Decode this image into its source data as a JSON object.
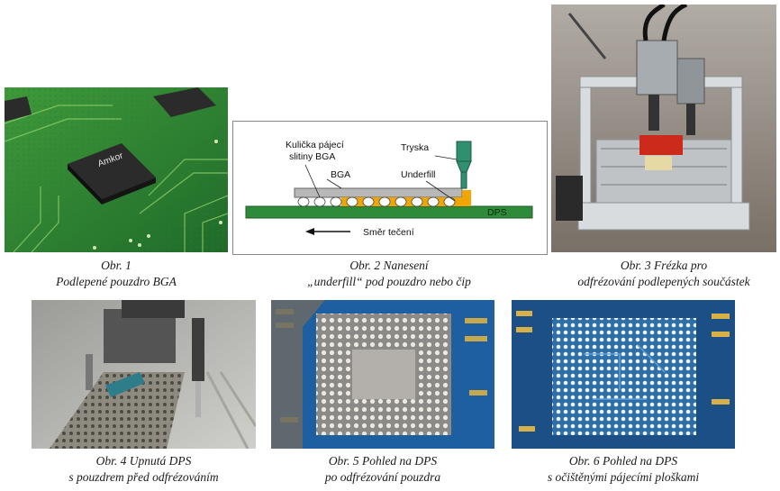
{
  "figures": [
    {
      "id": "obr1",
      "caption_line1": "Obr. 1",
      "caption_line2": "Podlepené pouzdro BGA",
      "chip_brand": "Amkor"
    },
    {
      "id": "obr2",
      "caption_line1": "Obr. 2  Nanesení",
      "caption_line2": "„underfill“ pod pouzdro nebo čip",
      "labels": {
        "solder_ball_1": "Kulička pájecí",
        "solder_ball_2": "slitiny BGA",
        "bga": "BGA",
        "nozzle": "Tryska",
        "underfill": "Underfill",
        "pcb": "DPS",
        "flow": "Směr tečení"
      }
    },
    {
      "id": "obr3",
      "caption_line1": "Obr. 3  Frézka pro",
      "caption_line2": "odfrézování podlepených součástek"
    },
    {
      "id": "obr4",
      "caption_line1": "Obr. 4  Upnutá DPS",
      "caption_line2": "s pouzdrem před odfrézováním"
    },
    {
      "id": "obr5",
      "caption_line1": "Obr. 5  Pohled na DPS",
      "caption_line2": "po odfrézování pouzdra"
    },
    {
      "id": "obr6",
      "caption_line1": "Obr. 6  Pohled na DPS",
      "caption_line2": "s očištěnými pájecími ploškami"
    }
  ],
  "colors": {
    "pcb_green": "#2e8b3a",
    "underfill": "#f0a500",
    "bga_gray": "#b8b8b8",
    "board_blue": "#1d5fa0"
  }
}
